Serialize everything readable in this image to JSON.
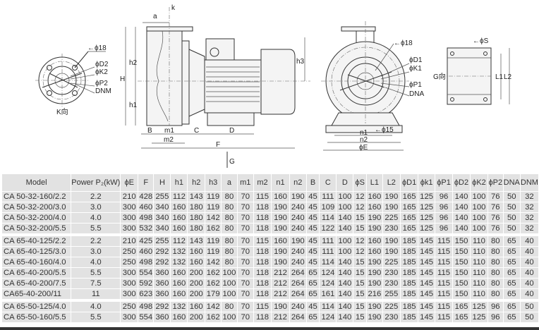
{
  "drawing": {
    "flange_k": {
      "hole": "←ϕ18",
      "d2": "ϕD2",
      "k2": "ϕK2",
      "p2": "ϕP2",
      "dnm": "DNM",
      "view": "K向"
    },
    "side": {
      "a": "a",
      "k": "k",
      "H": "H",
      "h1": "h1",
      "h2": "h2",
      "h3": "h3",
      "B": "B",
      "m1": "m1",
      "m2": "m2",
      "C": "C",
      "D": "D",
      "F": "F",
      "G": "G"
    },
    "front": {
      "hole": "←ϕ18",
      "d1": "ϕD1",
      "k1": "ϕK1",
      "p1": "ϕP1",
      "dna": "DNA",
      "foot_hole": "←ϕ15",
      "n1": "n1",
      "n2": "n2",
      "E": "ϕE"
    },
    "base": {
      "s": "←ϕS",
      "view": "G向",
      "L1": "L1",
      "L2": "L2"
    }
  },
  "table": {
    "headers": [
      "Model",
      "Power P₂(kW)",
      "ϕE",
      "F",
      "H",
      "h1",
      "h2",
      "h3",
      "a",
      "m1",
      "m2",
      "n1",
      "n2",
      "B",
      "C",
      "D",
      "ϕS",
      "L1",
      "L2",
      "ϕD1",
      "ϕk1",
      "ϕP1",
      "ϕD2",
      "ϕK2",
      "ϕP2",
      "DNA",
      "DNM"
    ],
    "rows": [
      [
        "CA 50-32-160/2.2",
        "2.2",
        "210",
        "428",
        "255",
        "112",
        "143",
        "119",
        "80",
        "70",
        "115",
        "160",
        "190",
        "45",
        "111",
        "100",
        "12",
        "160",
        "190",
        "165",
        "125",
        "96",
        "140",
        "100",
        "76",
        "50",
        "32"
      ],
      [
        "CA 50-32-200/3.0",
        "3.0",
        "300",
        "460",
        "340",
        "160",
        "180",
        "119",
        "80",
        "70",
        "118",
        "190",
        "240",
        "45",
        "109",
        "100",
        "12",
        "160",
        "190",
        "165",
        "125",
        "96",
        "140",
        "100",
        "76",
        "50",
        "32"
      ],
      [
        "CA 50-32-200/4.0",
        "4.0",
        "300",
        "498",
        "340",
        "160",
        "180",
        "142",
        "80",
        "70",
        "118",
        "190",
        "240",
        "45",
        "114",
        "140",
        "15",
        "190",
        "225",
        "165",
        "125",
        "96",
        "140",
        "100",
        "76",
        "50",
        "32"
      ],
      [
        "CA 50-32-200/5.5",
        "5.5",
        "300",
        "532",
        "340",
        "160",
        "180",
        "162",
        "80",
        "70",
        "118",
        "190",
        "240",
        "45",
        "122",
        "140",
        "15",
        "190",
        "230",
        "165",
        "125",
        "96",
        "140",
        "100",
        "76",
        "50",
        "32"
      ],
      [
        "CA 65-40-125/2.2",
        "2.2",
        "210",
        "425",
        "255",
        "112",
        "143",
        "119",
        "80",
        "70",
        "115",
        "160",
        "190",
        "45",
        "111",
        "100",
        "12",
        "160",
        "190",
        "185",
        "145",
        "115",
        "150",
        "110",
        "80",
        "65",
        "40"
      ],
      [
        "CA 65-40-125/3.0",
        "3.0",
        "250",
        "460",
        "292",
        "132",
        "160",
        "119",
        "80",
        "70",
        "118",
        "190",
        "240",
        "45",
        "111",
        "100",
        "12",
        "160",
        "190",
        "185",
        "145",
        "115",
        "150",
        "110",
        "80",
        "65",
        "40"
      ],
      [
        "CA 65-40-160/4.0",
        "4.0",
        "250",
        "498",
        "292",
        "132",
        "160",
        "142",
        "80",
        "70",
        "118",
        "190",
        "240",
        "45",
        "114",
        "140",
        "15",
        "190",
        "225",
        "185",
        "145",
        "115",
        "150",
        "110",
        "80",
        "65",
        "40"
      ],
      [
        "CA 65-40-200/5.5",
        "5.5",
        "300",
        "554",
        "360",
        "160",
        "200",
        "162",
        "100",
        "70",
        "118",
        "212",
        "264",
        "65",
        "124",
        "140",
        "15",
        "190",
        "230",
        "185",
        "145",
        "115",
        "150",
        "110",
        "80",
        "65",
        "40"
      ],
      [
        "CA 65-40-200/7.5",
        "7.5",
        "300",
        "592",
        "360",
        "160",
        "200",
        "162",
        "100",
        "70",
        "118",
        "212",
        "264",
        "65",
        "124",
        "140",
        "15",
        "190",
        "230",
        "185",
        "145",
        "115",
        "150",
        "110",
        "80",
        "65",
        "40"
      ],
      [
        "CA65-40-200/11",
        "11",
        "300",
        "623",
        "360",
        "160",
        "200",
        "179",
        "100",
        "70",
        "118",
        "212",
        "264",
        "65",
        "161",
        "140",
        "15",
        "216",
        "255",
        "185",
        "145",
        "115",
        "150",
        "110",
        "80",
        "65",
        "40"
      ],
      [
        "CA 65-50-125/4.0",
        "4.0",
        "250",
        "498",
        "292",
        "132",
        "160",
        "142",
        "80",
        "70",
        "115",
        "190",
        "240",
        "45",
        "114",
        "140",
        "15",
        "190",
        "225",
        "185",
        "145",
        "115",
        "165",
        "125",
        "96",
        "65",
        "50"
      ],
      [
        "CA 65-50-160/5.5",
        "5.5",
        "300",
        "554",
        "360",
        "160",
        "200",
        "162",
        "100",
        "70",
        "118",
        "212",
        "264",
        "65",
        "124",
        "140",
        "15",
        "190",
        "230",
        "185",
        "145",
        "115",
        "165",
        "125",
        "96",
        "65",
        "50"
      ]
    ]
  }
}
